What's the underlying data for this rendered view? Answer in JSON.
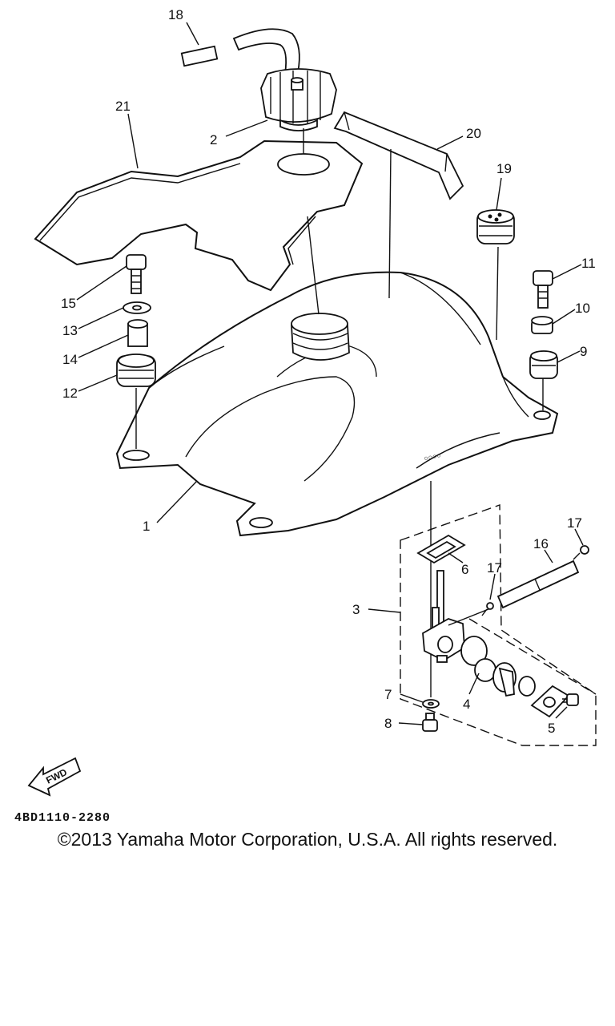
{
  "diagram": {
    "part_numbers": [
      "1",
      "2",
      "3",
      "4",
      "5",
      "6",
      "7",
      "8",
      "9",
      "10",
      "11",
      "12",
      "13",
      "14",
      "15",
      "16",
      "17",
      "17",
      "18",
      "19",
      "20",
      "21"
    ],
    "fwd_label": "FWD"
  },
  "footer": {
    "diagram_code": "4BD1110-2280",
    "copyright": "©2013 Yamaha Motor Corporation, U.S.A. All rights reserved."
  }
}
